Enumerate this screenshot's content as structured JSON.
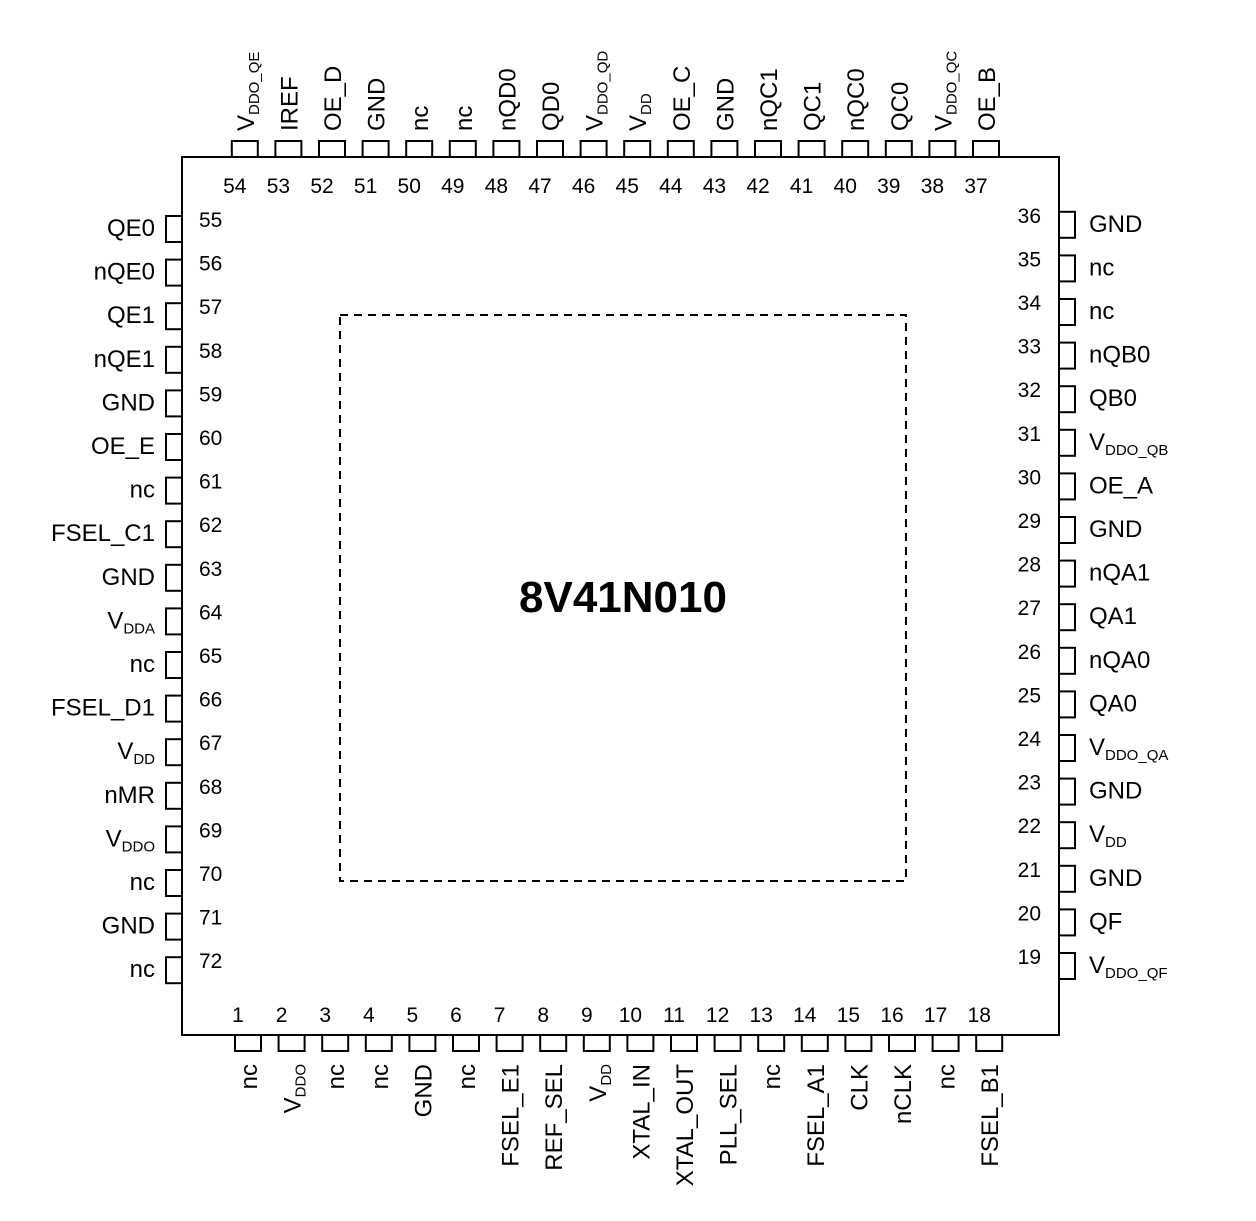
{
  "part_number": "8V41N010",
  "pins": [
    {
      "num": "1",
      "name": "nc",
      "side": "bottom"
    },
    {
      "num": "2",
      "name": "V",
      "sub": "DDO",
      "side": "bottom"
    },
    {
      "num": "3",
      "name": "nc",
      "side": "bottom"
    },
    {
      "num": "4",
      "name": "nc",
      "side": "bottom"
    },
    {
      "num": "5",
      "name": "GND",
      "side": "bottom"
    },
    {
      "num": "6",
      "name": "nc",
      "side": "bottom"
    },
    {
      "num": "7",
      "name": "FSEL_E1",
      "side": "bottom"
    },
    {
      "num": "8",
      "name": "REF_SEL",
      "side": "bottom"
    },
    {
      "num": "9",
      "name": "V",
      "sub": "DD",
      "side": "bottom"
    },
    {
      "num": "10",
      "name": "XTAL_IN",
      "side": "bottom"
    },
    {
      "num": "11",
      "name": "XTAL_OUT",
      "side": "bottom"
    },
    {
      "num": "12",
      "name": "PLL_SEL",
      "side": "bottom"
    },
    {
      "num": "13",
      "name": "nc",
      "side": "bottom"
    },
    {
      "num": "14",
      "name": "FSEL_A1",
      "side": "bottom"
    },
    {
      "num": "15",
      "name": "CLK",
      "side": "bottom"
    },
    {
      "num": "16",
      "name": "nCLK",
      "side": "bottom"
    },
    {
      "num": "17",
      "name": "nc",
      "side": "bottom"
    },
    {
      "num": "18",
      "name": "FSEL_B1",
      "side": "bottom"
    },
    {
      "num": "19",
      "name": "V",
      "sub": "DDO_QF",
      "side": "right"
    },
    {
      "num": "20",
      "name": "QF",
      "side": "right"
    },
    {
      "num": "21",
      "name": "GND",
      "side": "right"
    },
    {
      "num": "22",
      "name": "V",
      "sub": "DD",
      "side": "right"
    },
    {
      "num": "23",
      "name": "GND",
      "side": "right"
    },
    {
      "num": "24",
      "name": "V",
      "sub": "DDO_QA",
      "side": "right"
    },
    {
      "num": "25",
      "name": "QA0",
      "side": "right"
    },
    {
      "num": "26",
      "name": "nQA0",
      "side": "right"
    },
    {
      "num": "27",
      "name": "QA1",
      "side": "right"
    },
    {
      "num": "28",
      "name": "nQA1",
      "side": "right"
    },
    {
      "num": "29",
      "name": "GND",
      "side": "right"
    },
    {
      "num": "30",
      "name": "OE_A",
      "side": "right"
    },
    {
      "num": "31",
      "name": "V",
      "sub": "DDO_QB",
      "side": "right"
    },
    {
      "num": "32",
      "name": "QB0",
      "side": "right"
    },
    {
      "num": "33",
      "name": "nQB0",
      "side": "right"
    },
    {
      "num": "34",
      "name": "nc",
      "side": "right"
    },
    {
      "num": "35",
      "name": "nc",
      "side": "right"
    },
    {
      "num": "36",
      "name": "GND",
      "side": "right"
    },
    {
      "num": "37",
      "name": "OE_B",
      "side": "top"
    },
    {
      "num": "38",
      "name": "V",
      "sub": "DDO_QC",
      "side": "top"
    },
    {
      "num": "39",
      "name": "QC0",
      "side": "top"
    },
    {
      "num": "40",
      "name": "nQC0",
      "side": "top"
    },
    {
      "num": "41",
      "name": "QC1",
      "side": "top"
    },
    {
      "num": "42",
      "name": "nQC1",
      "side": "top"
    },
    {
      "num": "43",
      "name": "GND",
      "side": "top"
    },
    {
      "num": "44",
      "name": "OE_C",
      "side": "top"
    },
    {
      "num": "45",
      "name": "V",
      "sub": "DD",
      "side": "top"
    },
    {
      "num": "46",
      "name": "V",
      "sub": "DDO_QD",
      "side": "top"
    },
    {
      "num": "47",
      "name": "QD0",
      "side": "top"
    },
    {
      "num": "48",
      "name": "nQD0",
      "side": "top"
    },
    {
      "num": "49",
      "name": "nc",
      "side": "top"
    },
    {
      "num": "50",
      "name": "nc",
      "side": "top"
    },
    {
      "num": "51",
      "name": "GND",
      "side": "top"
    },
    {
      "num": "52",
      "name": "OE_D",
      "side": "top"
    },
    {
      "num": "53",
      "name": "IREF",
      "side": "top"
    },
    {
      "num": "54",
      "name": "V",
      "sub": "DDO_QE",
      "side": "top"
    },
    {
      "num": "55",
      "name": "QE0",
      "side": "left"
    },
    {
      "num": "56",
      "name": "nQE0",
      "side": "left"
    },
    {
      "num": "57",
      "name": "QE1",
      "side": "left"
    },
    {
      "num": "58",
      "name": "nQE1",
      "side": "left"
    },
    {
      "num": "59",
      "name": "GND",
      "side": "left"
    },
    {
      "num": "60",
      "name": "OE_E",
      "side": "left"
    },
    {
      "num": "61",
      "name": "nc",
      "side": "left"
    },
    {
      "num": "62",
      "name": "FSEL_C1",
      "side": "left"
    },
    {
      "num": "63",
      "name": "GND",
      "side": "left"
    },
    {
      "num": "64",
      "name": "V",
      "sub": "DDA",
      "side": "left"
    },
    {
      "num": "65",
      "name": "nc",
      "side": "left"
    },
    {
      "num": "66",
      "name": "FSEL_D1",
      "side": "left"
    },
    {
      "num": "67",
      "name": "V",
      "sub": "DD",
      "side": "left"
    },
    {
      "num": "68",
      "name": "nMR",
      "side": "left"
    },
    {
      "num": "69",
      "name": "V",
      "sub": "DDO",
      "side": "left"
    },
    {
      "num": "70",
      "name": "nc",
      "side": "left"
    },
    {
      "num": "71",
      "name": "GND",
      "side": "left"
    },
    {
      "num": "72",
      "name": "nc",
      "side": "left"
    }
  ]
}
